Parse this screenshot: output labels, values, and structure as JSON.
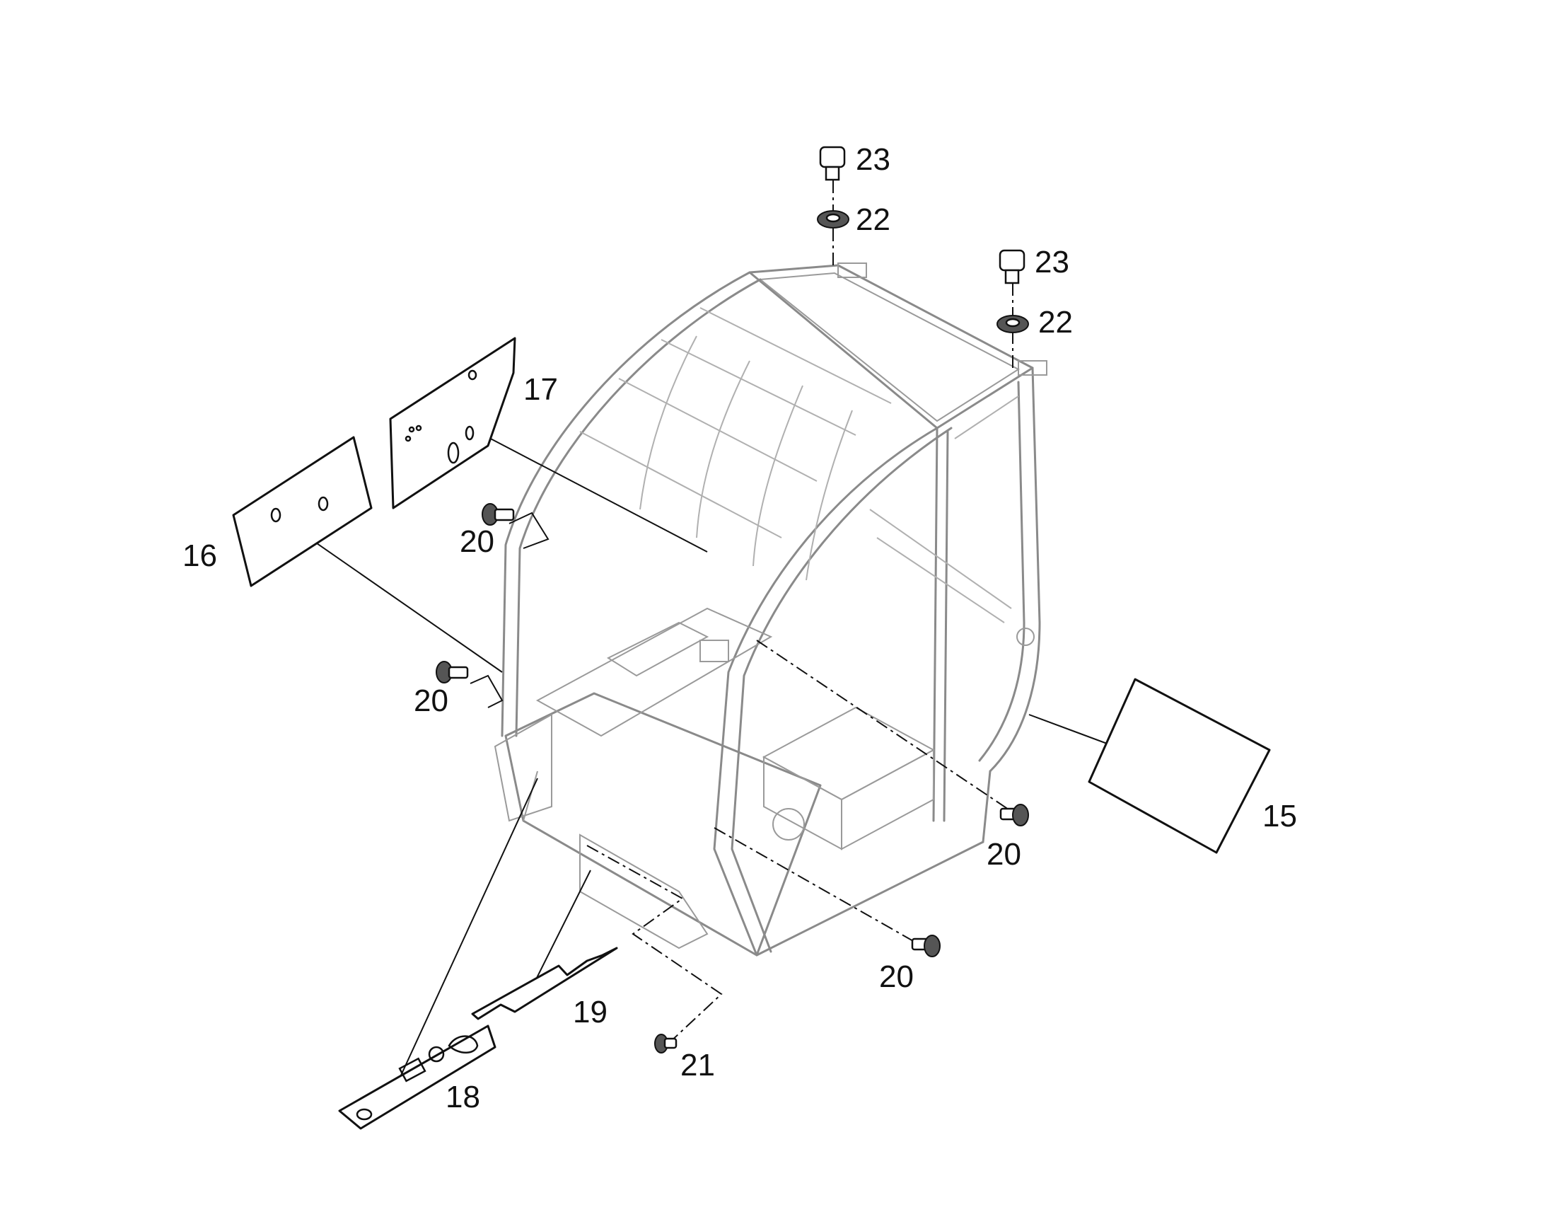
{
  "colors": {
    "background": "#ffffff",
    "ink": "#111111",
    "frame": "#8a8a8a"
  },
  "callouts": {
    "c15": "15",
    "c16": "16",
    "c17": "17",
    "c18": "18",
    "c19": "19",
    "c20a": "20",
    "c20b": "20",
    "c20c": "20",
    "c20d": "20",
    "c21": "21",
    "c22a": "22",
    "c22b": "22",
    "c23a": "23",
    "c23b": "23"
  }
}
